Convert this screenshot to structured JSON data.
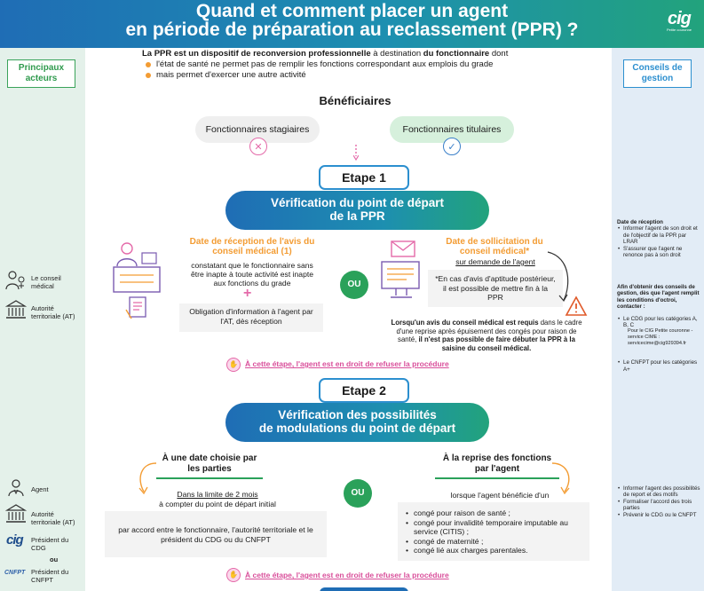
{
  "header": {
    "title_line1": "Quand et comment placer un agent",
    "title_line2": "en période de préparation au reclassement (PPR) ?",
    "logo_text": "cig",
    "logo_sub": "Petite couronne"
  },
  "left_column": {
    "label": "Principaux acteurs",
    "actors_step1": [
      "Le conseil médical",
      "Autorité territoriale (AT)"
    ],
    "actors_step2": [
      "Agent",
      "Autorité territoriale (AT)",
      "Président du CDG",
      "ou",
      "Président du CNFPT"
    ],
    "logo_cig": "cig",
    "logo_cnfpt": "CNFPT"
  },
  "right_column": {
    "label": "Conseils de gestion",
    "date_title": "Date de réception",
    "date_items": [
      "Informer l'agent de son droit et de l'objectif de la PPR par LRAR",
      "S'assurer que l'agent ne renonce pas à son droit"
    ],
    "afin_text": "Afin d'obtenir des conseils de gestion, dès que l'agent remplit les conditions d'octroi, contacter :",
    "cdg_item": "Le CDG pour les catégories A, B, C",
    "cdg_sub": "Pour le CIG Petite couronne - service CIME : servicecime@cig929394.fr",
    "cnfpt_item": "Le CNFPT pour les catégories A+",
    "step2_items": [
      "Informer l'agent des possibilités de report et des motifs",
      "Formaliser l'accord des trois parties",
      "Prévenir le CDG ou le CNFPT"
    ]
  },
  "intro": {
    "line_prefix": "La PPR est un dispositif de reconversion professionnelle",
    "line_middle": " à destination ",
    "line_bold2": "du fonctionnaire",
    "line_suffix": " dont",
    "bullets": [
      "l'état de santé ne permet pas de remplir les fonctions correspondant aux emplois du grade",
      "mais permet d'exercer une autre activité"
    ]
  },
  "beneficiaires": {
    "title": "Bénéficiaires",
    "excluded": "Fonctionnaires stagiaires",
    "included": "Fonctionnaires titulaires"
  },
  "etape1": {
    "label": "Etape 1",
    "title_line1": "Vérification du point de départ",
    "title_line2": "de la PPR",
    "left_title": "Date de réception de l'avis du conseil médical (1)",
    "left_text": "constatant que le fonctionnaire sans être inapte à toute activité est inapte aux fonctions du grade",
    "left_plus": "+",
    "left_obligation": "Obligation d'information à l'agent par l'AT, dès réception",
    "ou": "OU",
    "right_title": "Date de sollicitation du conseil médical*",
    "right_sub": "sur demande de l'agent",
    "right_note": "*En cas d'avis d'aptitude postérieur, il est possible de mettre fin à la PPR",
    "warning_part1": "Lorsqu'un avis du conseil médical est requis",
    "warning_part2": " dans le cadre d'une reprise après épuisement des congés pour raison de santé, ",
    "warning_part3": "il n'est pas possible de faire débuter la PPR à la saisine du conseil médical.",
    "refuse": "À cette étape, l'agent est en droit de refuser la procédure"
  },
  "etape2": {
    "label": "Etape 2",
    "title_line1": "Vérification des possibilités",
    "title_line2": "de modulations du point de départ",
    "left_title": "À une date choisie par les parties",
    "left_limit": "Dans la limite de 2 mois",
    "left_limit2": "à compter du point de départ initial",
    "left_box": "par accord entre le fonctionnaire, l'autorité territoriale et le président du CDG ou du CNFPT",
    "ou": "OU",
    "right_title": "À la reprise des fonctions par l'agent",
    "right_sub": "lorsque l'agent bénéficie d'un",
    "right_items": [
      "congé pour raison de santé ;",
      "congé pour invalidité temporaire imputable au service (CITIS) ;",
      "congé de maternité ;",
      "congé lié aux charges parentales."
    ],
    "refuse": "À cette étape, l'agent est en droit de refuser la procédure"
  },
  "colors": {
    "blue": "#1f6db5",
    "green": "#22a37c",
    "orange": "#f39c33",
    "pink": "#d94e9a",
    "ou_green": "#2aa15a"
  }
}
